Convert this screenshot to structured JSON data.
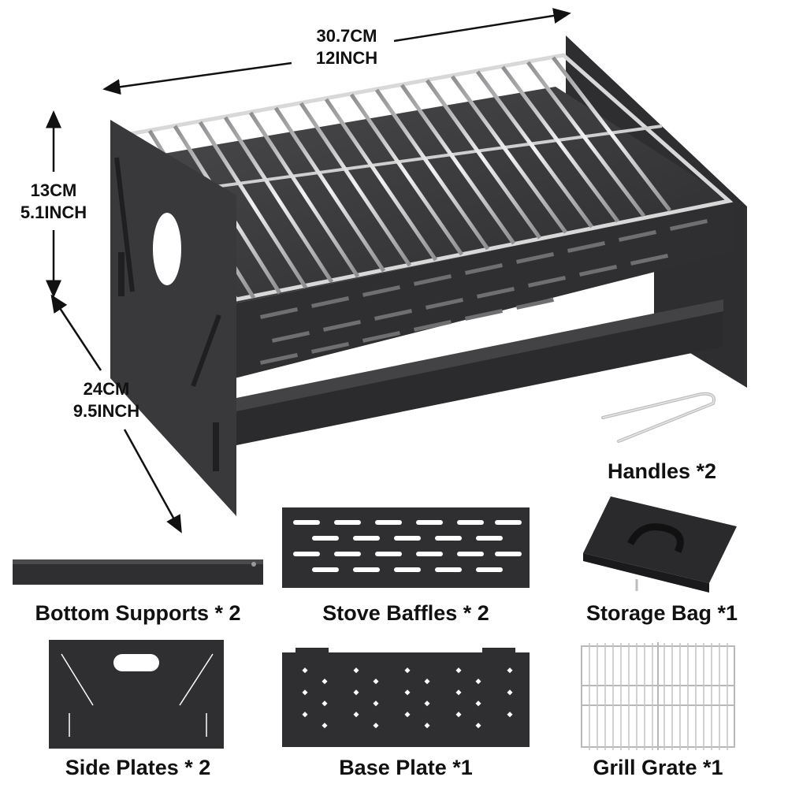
{
  "dimensions": {
    "width": {
      "cm": "30.7CM",
      "inch": "12INCH"
    },
    "height": {
      "cm": "13CM",
      "inch": "5.1INCH"
    },
    "depth": {
      "cm": "24CM",
      "inch": "9.5INCH"
    }
  },
  "parts": [
    {
      "label": "Handles *2"
    },
    {
      "label": "Bottom Supports * 2"
    },
    {
      "label": "Stove Baffles * 2"
    },
    {
      "label": "Storage Bag *1"
    },
    {
      "label": "Side Plates * 2"
    },
    {
      "label": "Base Plate *1"
    },
    {
      "label": "Grill Grate *1"
    }
  ],
  "colors": {
    "steel": "#3a3a3c",
    "steel_dark": "#232325",
    "grate": "#c8c8c8",
    "arrow": "#111111"
  }
}
